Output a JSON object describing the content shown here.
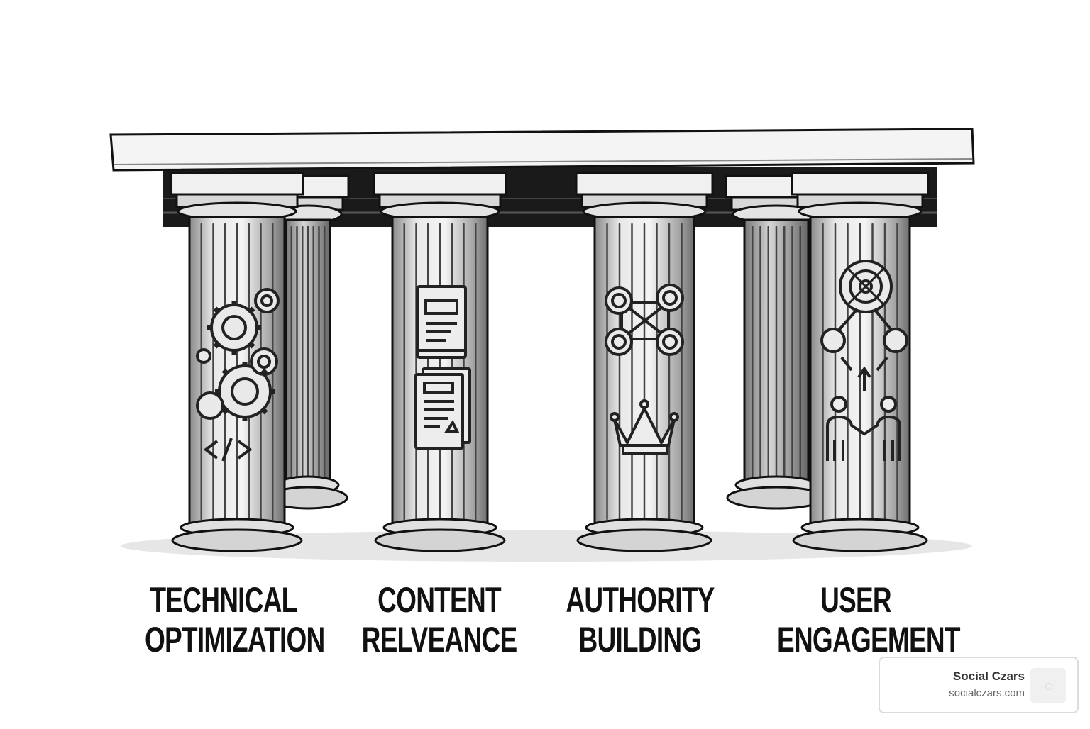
{
  "diagram": {
    "pillars": [
      {
        "line1": "TECHNICAL",
        "line2": "OPTIMIZATION",
        "icons": [
          "gears-icon",
          "code-brackets-icon"
        ]
      },
      {
        "line1": "CONTENT",
        "line2": "RELVEANCE",
        "icons": [
          "book-icon",
          "document-icon"
        ]
      },
      {
        "line1": "AUTHORITY",
        "line2": "BUILDING",
        "icons": [
          "network-links-icon",
          "crown-icon"
        ]
      },
      {
        "line1": "USER",
        "line2": "ENGAGEMENT",
        "icons": [
          "target-icon",
          "handshake-people-icon"
        ]
      }
    ]
  },
  "watermark": {
    "name": "Social Czars",
    "url": "socialczars.com"
  },
  "colors": {
    "ink": "#111111",
    "stone_light": "#f2f2f2",
    "stone_mid": "#bdbdbd",
    "shadow": "#1a1a1a"
  }
}
